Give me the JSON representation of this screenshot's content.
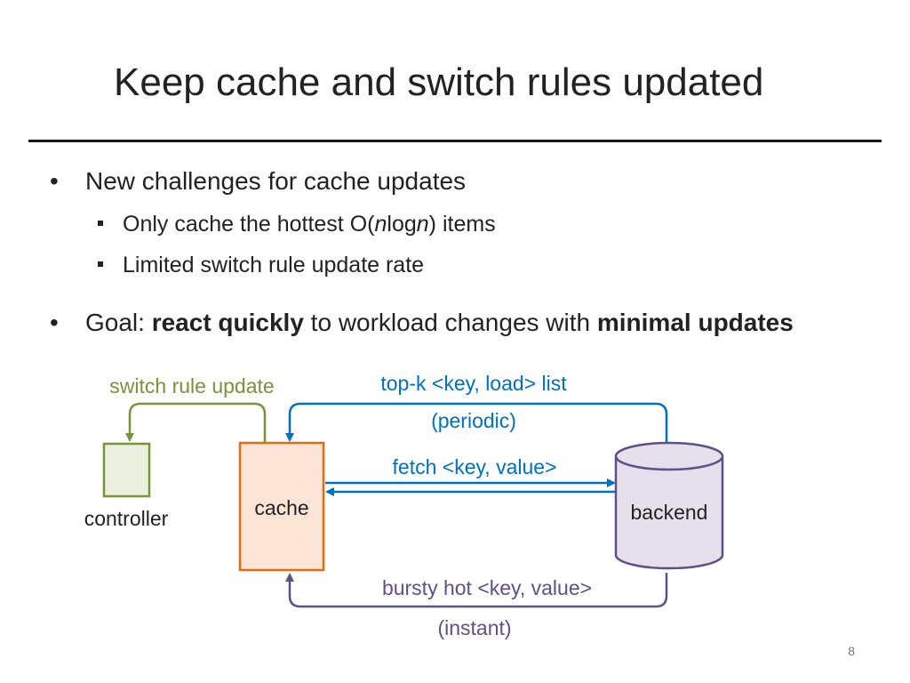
{
  "slide": {
    "title": "Keep cache and switch rules updated",
    "page_number": "8"
  },
  "bullets": {
    "b1": {
      "marker": "•",
      "text": "New challenges for cache updates"
    },
    "b1_sub1": {
      "pre": "Only cache the hottest O(",
      "italic1": "n",
      "mid": "log",
      "italic2": "n",
      "post": ") items"
    },
    "b1_sub2": {
      "text": "Limited switch rule update rate"
    },
    "b2": {
      "marker": "•",
      "pre": "Goal: ",
      "bold1": "react quickly",
      "mid": " to workload changes with ",
      "bold2": "minimal updates"
    }
  },
  "diagram": {
    "nodes": {
      "controller": "controller",
      "cache": "cache",
      "backend": "backend"
    },
    "edges": {
      "switch_rule_update": "switch rule update",
      "topk_label": "top-k <key, load> list",
      "topk_sub": "(periodic)",
      "fetch": "fetch <key, value>",
      "bursty": "bursty hot <key, value>",
      "bursty_sub": "(instant)"
    },
    "colors": {
      "controller_green": "#77933c",
      "cache_orange": "#e46c0a",
      "cache_fill": "#fce4d6",
      "blue": "#0070c0",
      "purple": "#5f5185",
      "backend_fill": "#e6e0ec"
    }
  }
}
